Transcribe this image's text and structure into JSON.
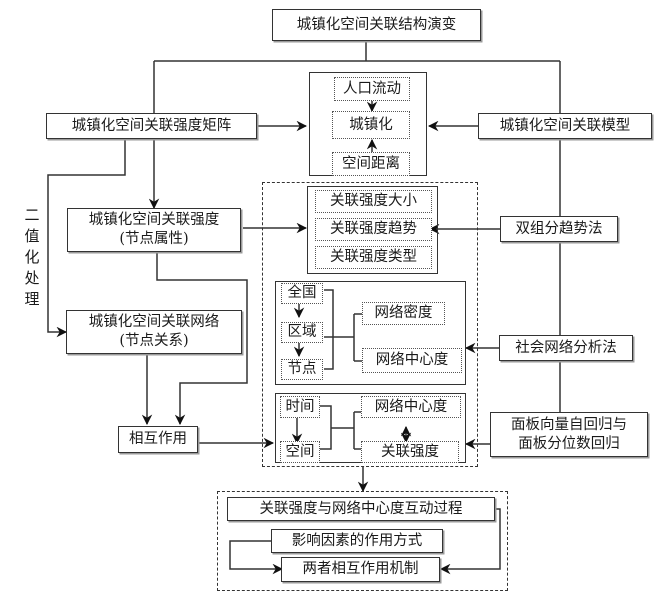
{
  "diagram": {
    "top": "城镇化空间关联结构演变",
    "matrix": "城镇化空间关联强度矩阵",
    "model": "城镇化空间关联模型",
    "core": [
      "人口流动",
      "城镇化",
      "空间距离"
    ],
    "strength": {
      "line1": "城镇化空间关联强度",
      "line2": "(节点属性)"
    },
    "network": {
      "line1": "城镇化空间关联网络",
      "line2": "(节点关系)"
    },
    "binarize": "二值化处理",
    "interaction": "相互作用",
    "strength_items": [
      "关联强度大小",
      "关联强度趋势",
      "关联强度类型"
    ],
    "scales": [
      "全国",
      "区域",
      "节点"
    ],
    "network_metrics": [
      "网络密度",
      "网络中心度"
    ],
    "dims": [
      "时间",
      "空间"
    ],
    "coupled": [
      "网络中心度",
      "关联强度"
    ],
    "methods": {
      "trend": "双组分趋势法",
      "sna": "社会网络分析法",
      "panel": {
        "line1": "面板向量自回归与",
        "line2": "面板分位数回归"
      }
    },
    "outcome": {
      "process": "关联强度与网络中心度互动过程",
      "factors": "影响因素的作用方式",
      "mechanism": "两者相互作用机制"
    }
  }
}
